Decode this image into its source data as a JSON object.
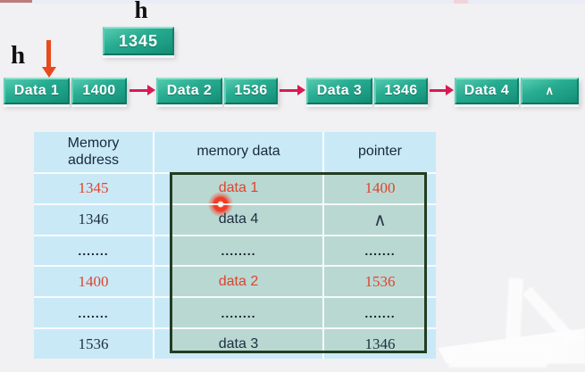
{
  "colors": {
    "node_teal": "#1fa68c",
    "link_arrow_crimson": "#d81b52",
    "head_arrow_orange": "#e8491d",
    "table_blue": "#c9e9f7",
    "inner_box_tint": "#b9d8d2",
    "inner_box_border": "#233c22",
    "highlight_red": "#e0442c",
    "text_dark": "#1d2f3f"
  },
  "head_pointer": {
    "top_label": "h",
    "box_value": "1345",
    "left_label": "h"
  },
  "linked_list": {
    "nodes": [
      {
        "data": "Data 1",
        "pointer": "1400"
      },
      {
        "data": "Data 2",
        "pointer": "1536"
      },
      {
        "data": "Data 3",
        "pointer": "1346"
      },
      {
        "data": "Data 4",
        "pointer": "∧"
      }
    ]
  },
  "table": {
    "headers": [
      "Memory address",
      "memory data",
      "pointer"
    ],
    "rows": [
      {
        "address": "1345",
        "data": "data 1",
        "pointer": "1400"
      },
      {
        "address": "1346",
        "data": "data 4",
        "pointer": "∧"
      },
      {
        "address": ".......",
        "data": "........",
        "pointer": "......."
      },
      {
        "address": "1400",
        "data": "data 2",
        "pointer": "1536"
      },
      {
        "address": ".......",
        "data": "........",
        "pointer": "......."
      },
      {
        "address": "1536",
        "data": "data 3",
        "pointer": "1346"
      }
    ]
  }
}
